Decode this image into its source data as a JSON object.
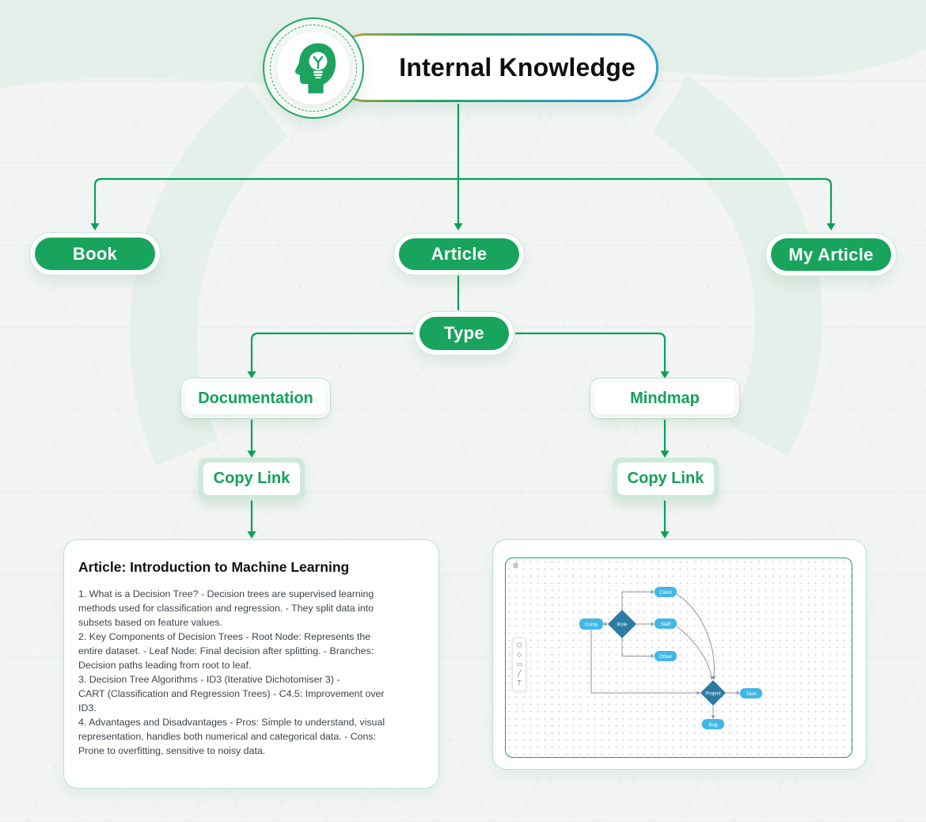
{
  "header": {
    "title": "Internal Knowledge",
    "icon": "head-with-lightbulb"
  },
  "tree": {
    "book": "Book",
    "article": "Article",
    "my_article": "My Article",
    "type": "Type",
    "documentation": "Documentation",
    "mindmap": "Mindmap",
    "copy_link_doc": "Copy Link",
    "copy_link_map": "Copy Link"
  },
  "article_card": {
    "title": "Article: Introduction to Machine Learning",
    "body": "1. What is a Decision Tree? - Decision trees are supervised learning\nmethods used for classification and regression. - They split data into\nsubsets based on feature values.\n2. Key Components of Decision Trees - Root Node: Represents the\nentire dataset. - Leaf Node: Final decision after splitting. - Branches:\nDecision paths leading from root to leaf.\n3. Decision Tree Algorithms - ID3 (Iterative Dichotomiser 3) -\n CART (Classification and Regression Trees) - C4.5: Improvement over\nID3.\n4. Advantages and Disadvantages - Pros: Simple to understand, visual\nrepresentation, handles both numerical and categorical data. - Cons:\nProne to overfitting, sensitive to noisy data."
  },
  "mindmap_preview": {
    "menu_glyph": "≡",
    "toolbar_glyphs": [
      "⬠",
      "◇",
      "▭",
      "╱",
      "T"
    ],
    "labels": {
      "comp": "Comp",
      "role": "Role",
      "client": "Client",
      "staff": "Staff",
      "other": "Other",
      "project": "Project",
      "task": "Task",
      "bug": "Bug"
    }
  },
  "colors": {
    "green": "#18a45c",
    "connector_green": "#07a25a",
    "pale_green": "#cfe9da",
    "ring_border": "#c9e8d6",
    "flow_node_blue": "#41b7e6",
    "flow_diamond_blue": "#2b7ca3",
    "flow_edge_gray": "#90979c",
    "accent_orange": "#d9a43e",
    "accent_blue": "#2f9ecb"
  }
}
